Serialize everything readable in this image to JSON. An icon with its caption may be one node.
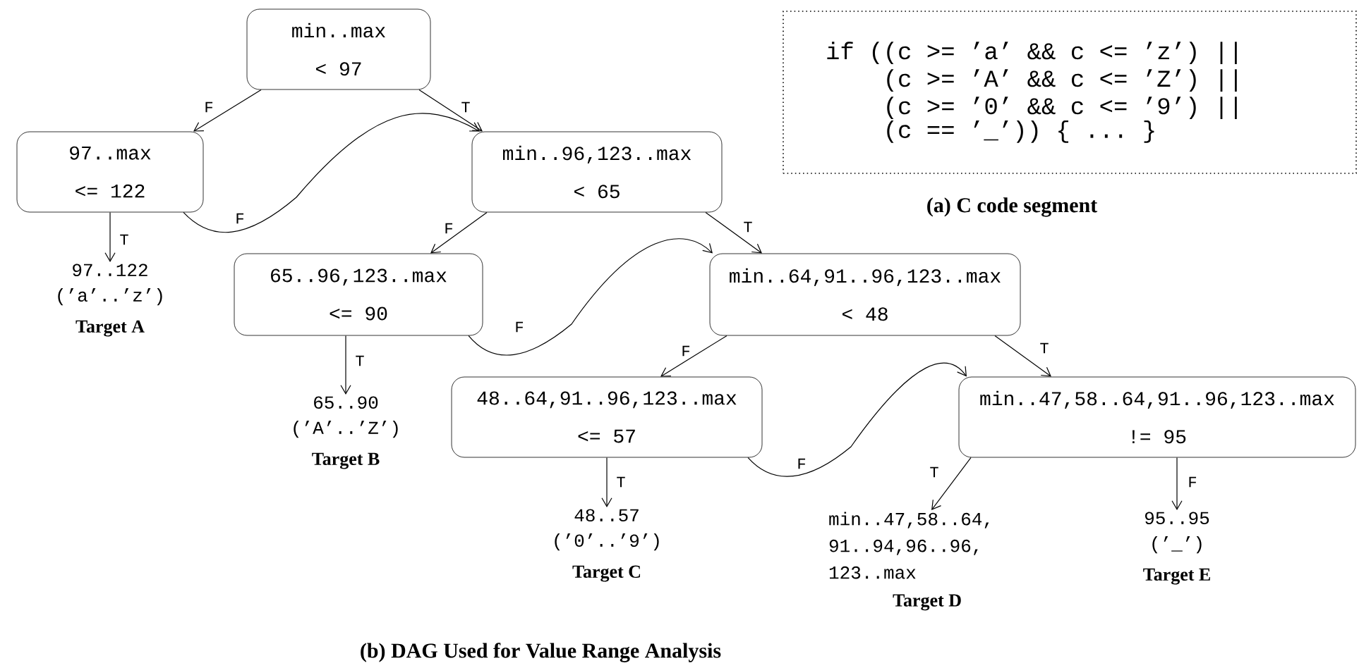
{
  "diagram": {
    "caption": "(b) DAG Used for Value Range Analysis",
    "nodes": [
      {
        "text": [
          "min..max",
          "< 97"
        ]
      },
      {
        "text": [
          "97..max",
          "<= 122"
        ]
      },
      {
        "text": [
          "min..96,123..max",
          "< 65"
        ]
      },
      {
        "text": [
          "65..96,123..max",
          "<= 90"
        ]
      },
      {
        "text": [
          "min..64,91..96,123..max",
          "< 48"
        ]
      },
      {
        "text": [
          "48..64,91..96,123..max",
          "<= 57"
        ]
      },
      {
        "text": [
          "min..47,58..64,91..96,123..max",
          "!= 95"
        ]
      },
      {
        "text": [
          "97..122",
          "(’a’..’z’)",
          "Target A"
        ]
      },
      {
        "text": [
          "65..90",
          "(’A’..’Z’)",
          "Target B"
        ]
      },
      {
        "text": [
          "48..57",
          "(’0’..’9’)",
          "Target C"
        ]
      },
      {
        "text": [
          "min..47,58..64, 91..94,96..96, 123..max",
          "Target D"
        ]
      },
      {
        "text": [
          "95..95",
          "(’_’)",
          "Target E"
        ]
      },
      {
        "text": [
          "if ((c >= ’a’ && c <= ’z’) ||",
          "(c >= ’A’ && c <= ’Z’) ||",
          "(c >= ’0’ && c <= ’9’) ||",
          "(c == ’_’)) { ... }"
        ]
      }
    ],
    "edges": [
      {
        "from": 0,
        "to": 1,
        "arrow": "to",
        "label": "F"
      },
      {
        "from": 0,
        "to": 2,
        "arrow": "to",
        "label": "T"
      },
      {
        "from": 1,
        "to": 2,
        "arrow": "to",
        "label": "F"
      },
      {
        "from": 1,
        "to": 7,
        "arrow": "to",
        "label": "T"
      },
      {
        "from": 2,
        "to": 3,
        "arrow": "to",
        "label": "F"
      },
      {
        "from": 2,
        "to": 4,
        "arrow": "to",
        "label": "T"
      },
      {
        "from": 3,
        "to": 4,
        "arrow": "to",
        "label": "F"
      },
      {
        "from": 3,
        "to": 8,
        "arrow": "to",
        "label": "T"
      },
      {
        "from": 4,
        "to": 5,
        "arrow": "to",
        "label": "F"
      },
      {
        "from": 4,
        "to": 6,
        "arrow": "to",
        "label": "T"
      },
      {
        "from": 5,
        "to": 6,
        "arrow": "to",
        "label": "F"
      },
      {
        "from": 5,
        "to": 9,
        "arrow": "to",
        "label": "T"
      },
      {
        "from": 6,
        "to": 10,
        "arrow": "to",
        "label": "T"
      },
      {
        "from": 6,
        "to": 11,
        "arrow": "to",
        "label": "F"
      }
    ],
    "labels": [
      "(a) C code segment"
    ]
  }
}
